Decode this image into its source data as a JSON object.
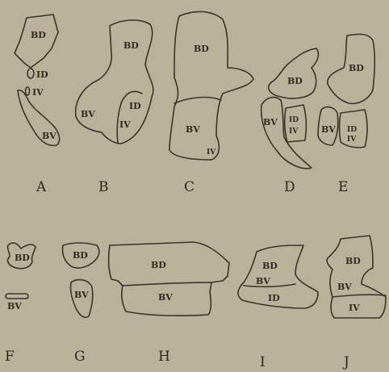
{
  "background_color": "#b9b298",
  "ink_color": "#3b3428",
  "figures": {
    "A": {
      "letter": "A",
      "labels": [
        "BD",
        "ID",
        "IV",
        "BV"
      ]
    },
    "B": {
      "letter": "B",
      "labels": [
        "BD",
        "BV",
        "ID",
        "IV"
      ]
    },
    "C": {
      "letter": "C",
      "labels": [
        "BD",
        "BV",
        "IV"
      ]
    },
    "D": {
      "letter": "D",
      "labels": [
        "BD",
        "BV",
        "ID",
        "IV"
      ]
    },
    "E": {
      "letter": "E",
      "labels": [
        "BD",
        "BV",
        "ID",
        "IV"
      ]
    },
    "F": {
      "letter": "F",
      "labels": [
        "BD",
        "BV"
      ]
    },
    "G": {
      "letter": "G",
      "labels": [
        "BD",
        "BV"
      ]
    },
    "H": {
      "letter": "H",
      "labels": [
        "BD",
        "BV"
      ]
    },
    "I": {
      "letter": "I",
      "labels": [
        "BD",
        "BV",
        "ID"
      ]
    },
    "J": {
      "letter": "J",
      "labels": [
        "BD",
        "BV",
        "IV"
      ]
    }
  }
}
